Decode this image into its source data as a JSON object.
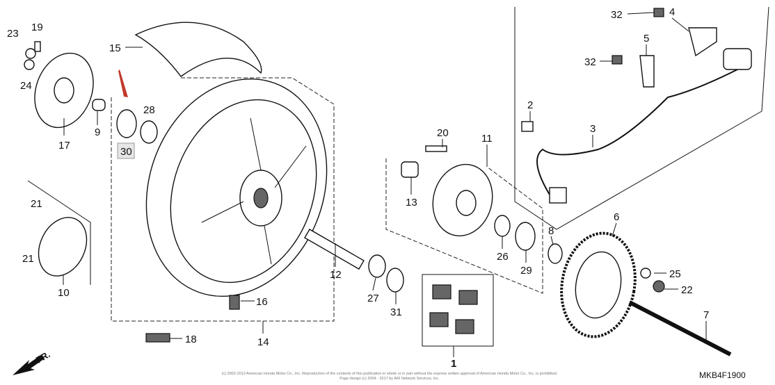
{
  "diagram": {
    "callouts": [
      "23",
      "19",
      "15",
      "24",
      "9",
      "28",
      "30",
      "17",
      "20",
      "11",
      "13",
      "32",
      "4",
      "5",
      "32",
      "2",
      "3",
      "8",
      "6",
      "26",
      "29",
      "12",
      "27",
      "31",
      "16",
      "25",
      "22",
      "7",
      "14",
      "18",
      "21",
      "21",
      "10",
      "1"
    ],
    "highlighted_callout": "30",
    "highlight_color": "#c0392b",
    "direction_label": "FR.",
    "diagram_code": "MKB4F1900",
    "copyright_line1": "(c) 2002-2013 American Honda Motor Co., Inc. Reproduction of the contents of this publication in whole or in part without the express written approval of American Honda Motor Co., Inc. is prohibited.",
    "copyright_line2": "Page design (c) 2004 - 2017 by ARI Network Services, Inc."
  }
}
